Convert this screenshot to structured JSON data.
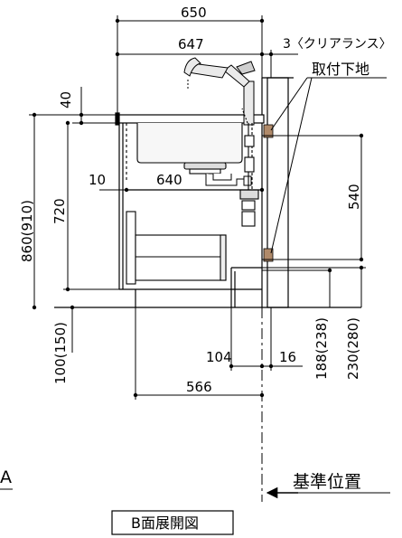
{
  "dimensions": {
    "overall_width": "650",
    "cabinet_width": "647",
    "clearance": "3〈クリアランス〉",
    "counter_thickness": "40",
    "gap_left": "10",
    "inner_width": "640",
    "height_total": "860(910)",
    "height_cabinet": "720",
    "height_plate": "540",
    "plinth_height": "100(150)",
    "pipe_offset": "104",
    "wall_gap": "16",
    "pipe_height_a": "188(238)",
    "pipe_height_b": "230(280)",
    "pipe_distance": "566"
  },
  "labels": {
    "mounting_base": "取付下地",
    "reference_position": "基準位置",
    "view_title": "B面展開図",
    "edge_letter": "A"
  }
}
